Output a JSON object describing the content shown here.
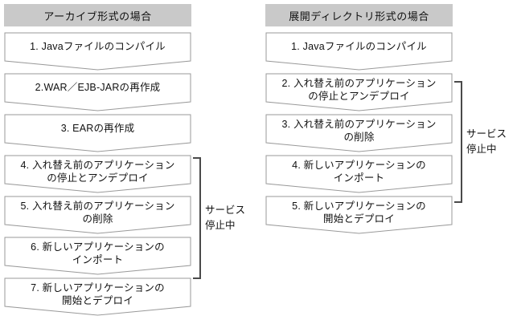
{
  "diagram": {
    "title_left": "アーカイブ形式の場合",
    "title_right": "展開ディレクトリ形式の場合",
    "colors": {
      "header_fill": "#c9c9c9",
      "shape_stroke": "#9a9a9a",
      "shape_fill": "#ffffff",
      "bracket": "#4a4a4a",
      "text": "#111111",
      "background": "#ffffff"
    },
    "columns": [
      {
        "id": "archive",
        "header": "アーカイブ形式の場合",
        "steps": [
          {
            "lines": [
              "1. Javaファイルのコンパイル"
            ]
          },
          {
            "lines": [
              "2.WAR／EJB-JARの再作成"
            ]
          },
          {
            "lines": [
              "3. EARの再作成"
            ]
          },
          {
            "lines": [
              "4. 入れ替え前のアプリケーション",
              "の停止とアンデプロイ"
            ]
          },
          {
            "lines": [
              "5. 入れ替え前のアプリケーション",
              "の削除"
            ]
          },
          {
            "lines": [
              "6. 新しいアプリケーションの",
              "インポート"
            ]
          },
          {
            "lines": [
              "7. 新しいアプリケーションの",
              "開始とデプロイ"
            ]
          }
        ],
        "annotation": {
          "lines": [
            "サービス",
            "停止中"
          ],
          "covers_steps": [
            4,
            5,
            6
          ]
        }
      },
      {
        "id": "exploded",
        "header": "展開ディレクトリ形式の場合",
        "steps": [
          {
            "lines": [
              "1. Javaファイルのコンパイル"
            ]
          },
          {
            "lines": [
              "2. 入れ替え前のアプリケーション",
              "の停止とアンデプロイ"
            ]
          },
          {
            "lines": [
              "3. 入れ替え前のアプリケーション",
              "の削除"
            ]
          },
          {
            "lines": [
              "4. 新しいアプリケーションの",
              "インポート"
            ]
          },
          {
            "lines": [
              "5. 新しいアプリケーションの",
              "開始とデプロイ"
            ]
          }
        ],
        "annotation": {
          "lines": [
            "サービス",
            "停止中"
          ],
          "covers_steps": [
            2,
            3,
            4
          ]
        }
      }
    ]
  }
}
